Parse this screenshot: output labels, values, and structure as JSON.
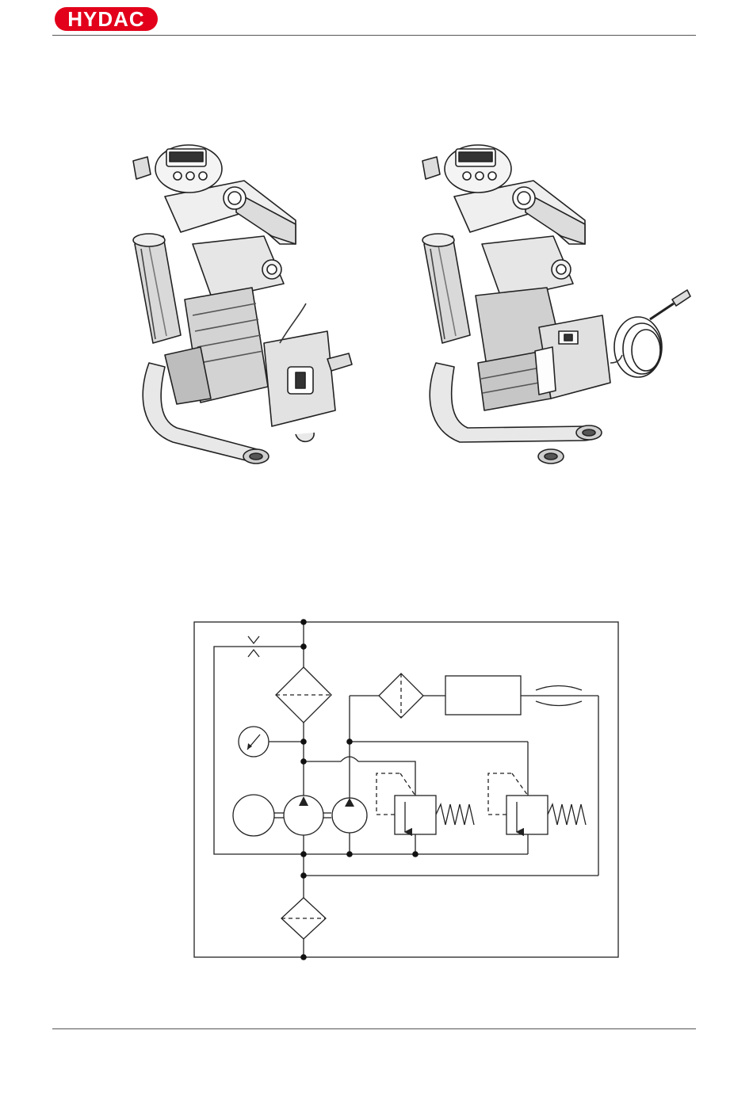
{
  "header": {
    "logo_text": "HYDAC",
    "logo_color": "#e2001a"
  },
  "figures": {
    "left_unit": {
      "icon": "filter-unit-illustration"
    },
    "right_unit": {
      "icon": "filter-unit-with-sensor-illustration"
    }
  },
  "schematic": {
    "icon": "hydraulic-circuit-diagram"
  }
}
